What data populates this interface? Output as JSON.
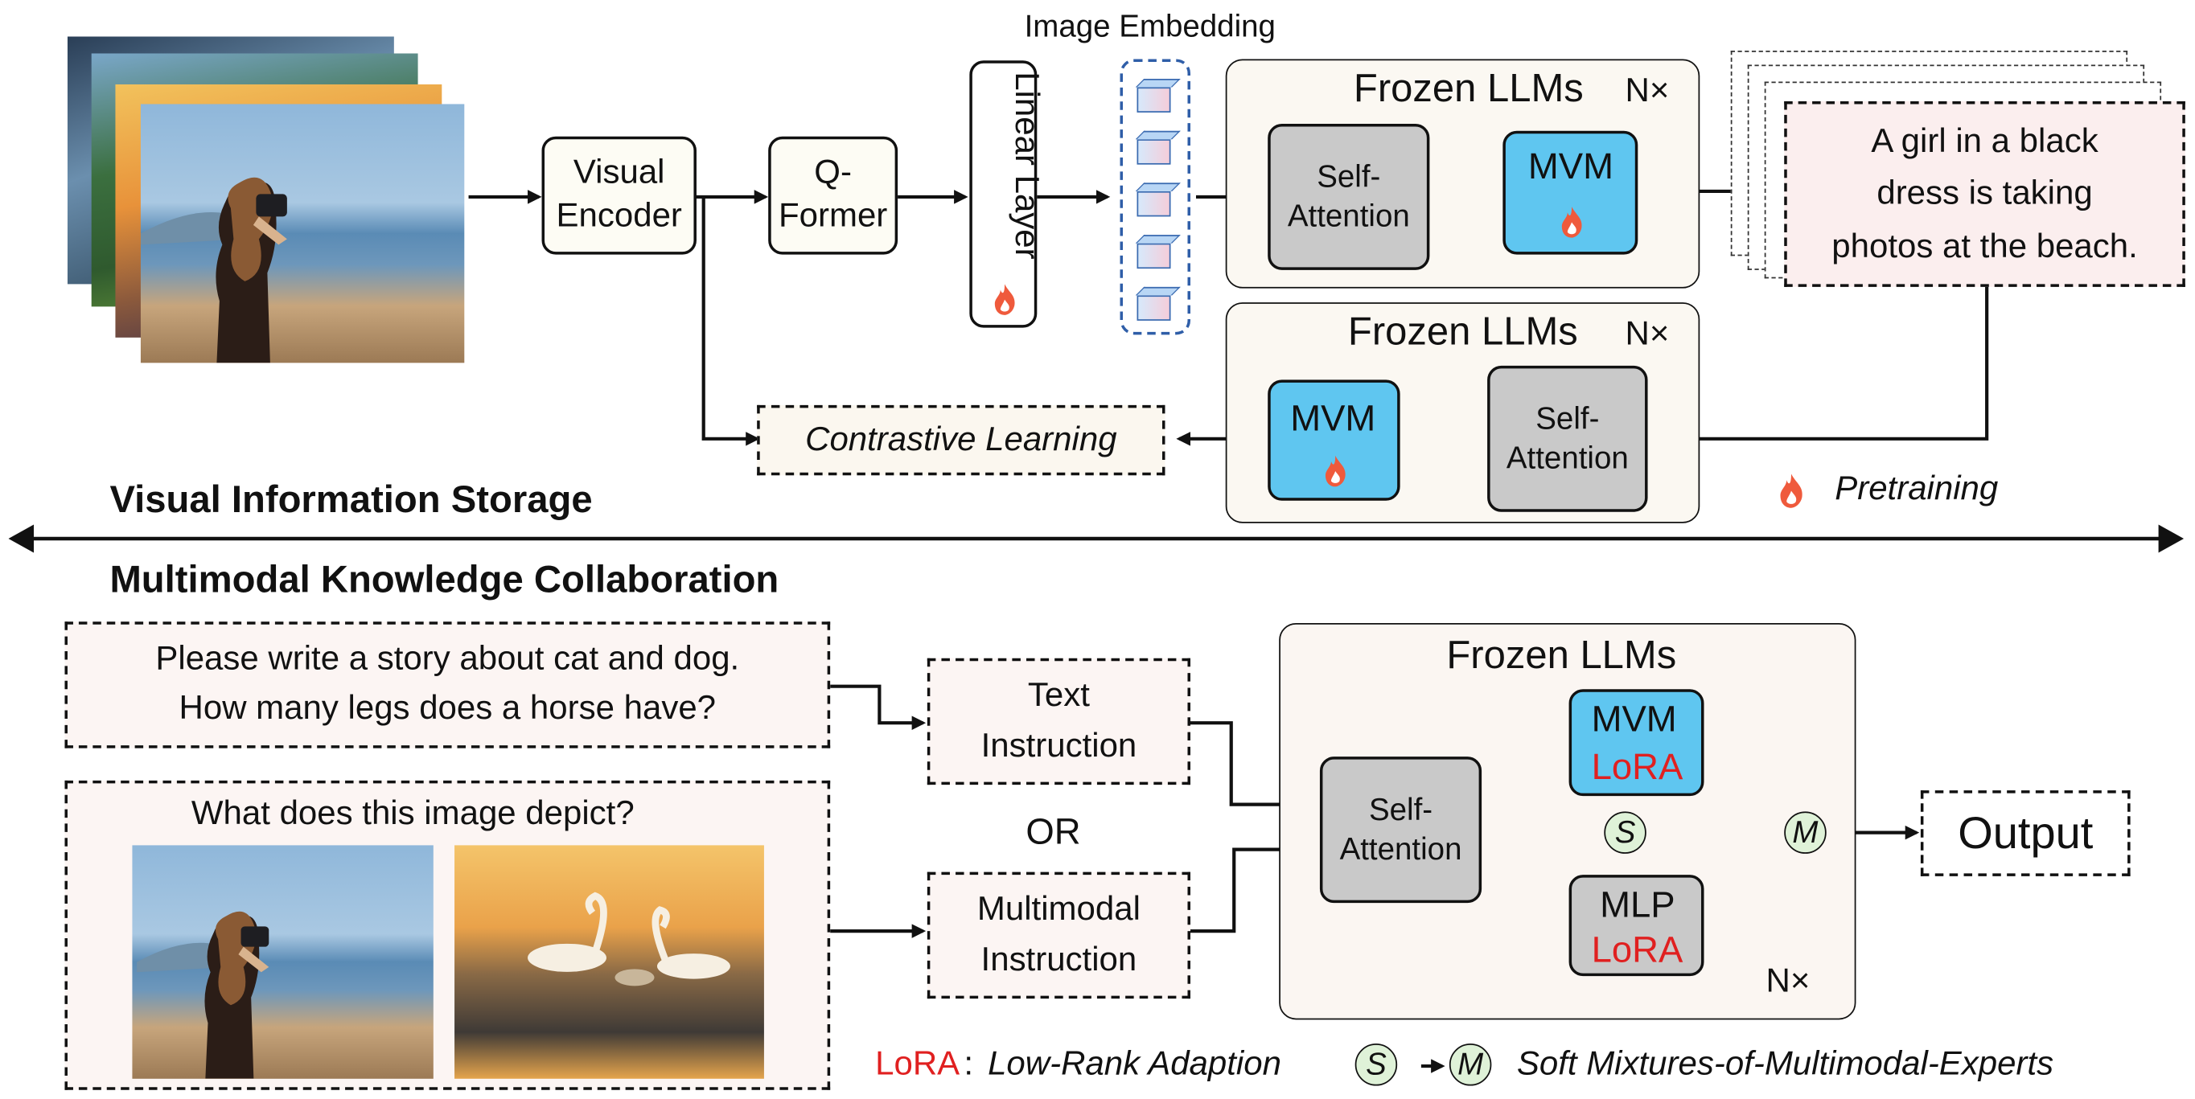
{
  "top": {
    "image_embedding_label": "Image Embedding",
    "visual_encoder": "Visual\nEncoder",
    "q_former": "Q-\nFormer",
    "linear_layer": "Linear Layer",
    "frozen_llms_1": "Frozen LLMs",
    "n_times_1": "N×",
    "self_attention_1": "Self-\nAttention",
    "mvm_1": "MVM",
    "caption": "A girl in a black\ndress is taking\nphotos at the beach.",
    "frozen_llms_2": "Frozen LLMs",
    "n_times_2": "N×",
    "mvm_2": "MVM",
    "self_attention_2": "Self-\nAttention",
    "contrastive": "Contrastive Learning",
    "pretraining": "Pretraining",
    "section_top": "Visual Information Storage"
  },
  "bottom": {
    "section_bottom": "Multimodal Knowledge Collaboration",
    "prompt_text": "Please write a story about cat and dog.\nHow many legs does a horse have?",
    "prompt_image": "What does this image depict?",
    "text_instruction": "Text\nInstruction",
    "or_label": "OR",
    "multimodal_instruction": "Multimodal\nInstruction",
    "frozen_llms_3": "Frozen LLMs",
    "self_attention_3": "Self-\nAttention",
    "mvm_3": "MVM",
    "lora_mvm": "LoRA",
    "mlp": "MLP",
    "lora_mlp": "LoRA",
    "s_node": "S",
    "m_node": "M",
    "n_times_3": "N×",
    "output": "Output"
  },
  "legend": {
    "lora_key": "LoRA",
    "lora_sep": ":",
    "lora_desc": "Low-Rank Adaption",
    "s_key": "S",
    "m_key": "M",
    "moe_desc": "Soft Mixtures-of-Multimodal-Experts"
  },
  "colors": {
    "mvm_blue": "#5fc6f0",
    "gray_block": "#c9c9c9",
    "lora_red": "#e02020",
    "node_green": "#dff2d8",
    "caption_pink": "#fbeeee"
  }
}
